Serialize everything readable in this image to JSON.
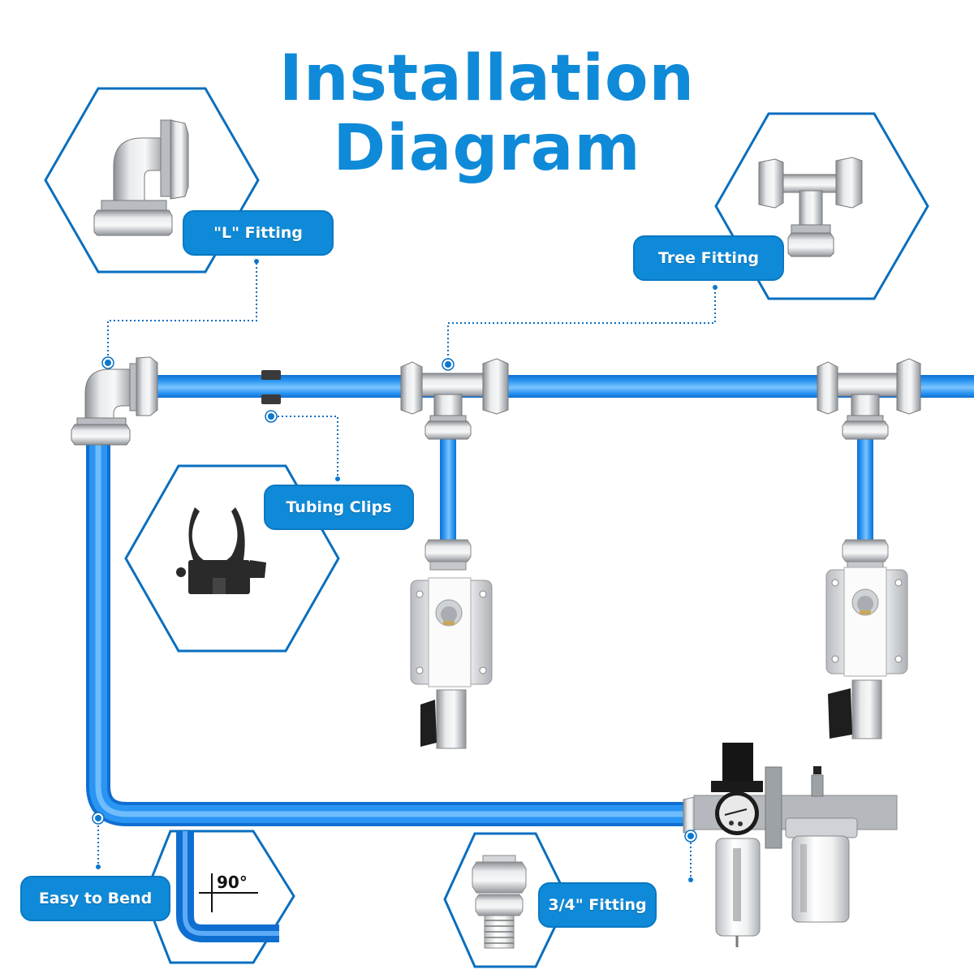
{
  "title": {
    "line1": "Installation",
    "line2": "Diagram"
  },
  "colors": {
    "accent": "#0f8ad8",
    "pipe": "#1e8ef0",
    "pipe_highlight": "#7cc4ff",
    "hex_stroke": "#0a6fbf",
    "metal": "#c9cdd2",
    "dark_plastic": "#2a2a2a"
  },
  "callouts": [
    {
      "id": "l-fitting",
      "label": "\"L\" Fitting",
      "icon": "elbow-fitting-icon"
    },
    {
      "id": "tree-fitting",
      "label": "Tree Fitting",
      "icon": "tee-fitting-icon"
    },
    {
      "id": "tubing-clips",
      "label": "Tubing Clips",
      "icon": "tubing-clip-icon"
    },
    {
      "id": "easy-to-bend",
      "label": "Easy to Bend",
      "icon": "bent-pipe-icon"
    },
    {
      "id": "three-quarter-fitting",
      "label": "3/4\" Fitting",
      "icon": "threaded-fitting-icon"
    }
  ],
  "bend_angle_label": "90°",
  "components": [
    "elbow-fitting",
    "tubing-clip",
    "tee-fitting-1",
    "tee-fitting-2",
    "wall-outlet-valve-1",
    "wall-outlet-valve-2",
    "filter-regulator-lubricator"
  ]
}
